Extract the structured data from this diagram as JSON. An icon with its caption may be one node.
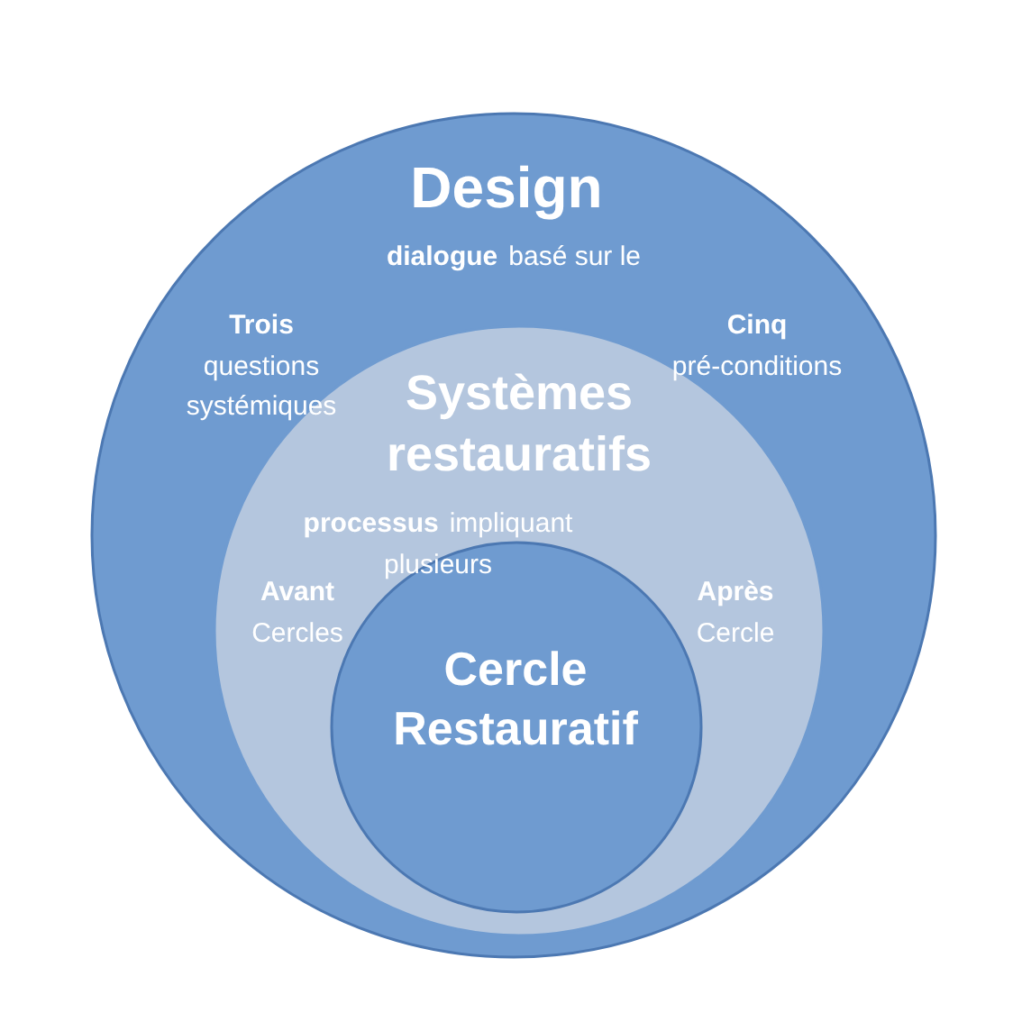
{
  "diagram": {
    "nodes": [
      {
        "text": [
          "Design",
          "dialogue",
          "basé sur le",
          "Trois",
          "questions systémiques",
          "Cinq",
          "pré-conditions"
        ]
      },
      {
        "text": [
          "Systèmes restauratifs",
          "processus",
          "impliquant plusieurs",
          "Avant",
          "Cercles",
          "Après",
          "Cercle"
        ],
        "in": 0
      },
      {
        "text": [
          "Cercle Restauratif"
        ],
        "in": 1
      }
    ]
  }
}
